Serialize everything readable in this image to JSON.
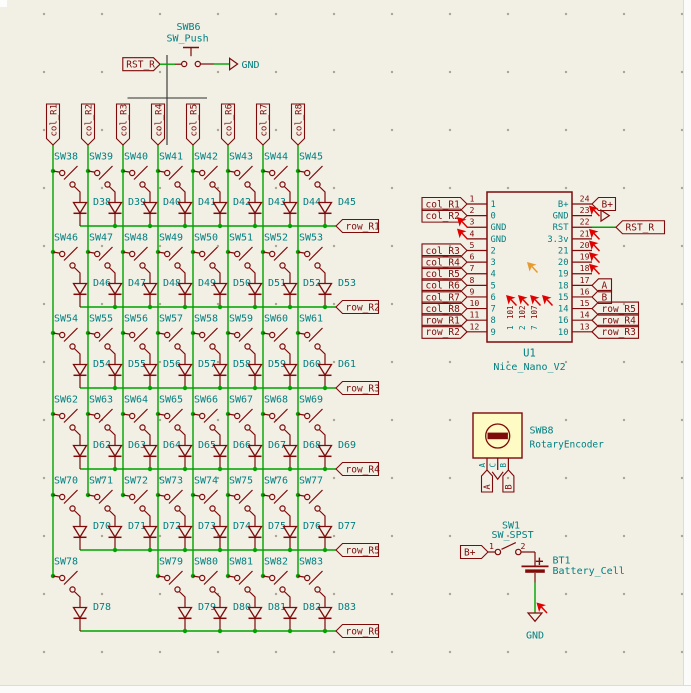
{
  "colors": {
    "bg": "#F2EFE5",
    "wire_green": "#00A300",
    "symbol_maroon": "#7E0A0A",
    "label_maroon": "#7E0A0A",
    "text_teal": "#008080",
    "erc_red": "#E00000",
    "erc_orange": "#E89B2D",
    "body_fill_yellow": "#FFFBC5",
    "cursor_gray": "#2F2F2F",
    "grid_dot": "#ABA493"
  },
  "reset_button": {
    "ref": "SWB6",
    "value": "SW_Push",
    "left_label": "RST_R",
    "right_power": "GND"
  },
  "matrix": {
    "col_labels": [
      "col_R1",
      "col_R2",
      "col_R3",
      "col_R4",
      "col_R5",
      "col_R6",
      "col_R7",
      "col_R8"
    ],
    "row_labels": [
      "row_R1",
      "row_R2",
      "row_R3",
      "row_R4",
      "row_R5",
      "row_R6"
    ],
    "rows": [
      {
        "cols": [
          0,
          1,
          2,
          3,
          4,
          5,
          6,
          7
        ],
        "switches": [
          "SW38",
          "SW39",
          "SW40",
          "SW41",
          "SW42",
          "SW43",
          "SW44",
          "SW45"
        ],
        "diodes": [
          "D38",
          "D39",
          "D40",
          "D41",
          "D42",
          "D43",
          "D44",
          "D45"
        ],
        "row_label": "row_R1"
      },
      {
        "cols": [
          0,
          1,
          2,
          3,
          4,
          5,
          6,
          7
        ],
        "switches": [
          "SW46",
          "SW47",
          "SW48",
          "SW49",
          "SW50",
          "SW51",
          "SW52",
          "SW53"
        ],
        "diodes": [
          "D46",
          "D47",
          "D48",
          "D49",
          "D50",
          "D51",
          "D52",
          "D53"
        ],
        "row_label": "row_R2"
      },
      {
        "cols": [
          0,
          1,
          2,
          3,
          4,
          5,
          6,
          7
        ],
        "switches": [
          "SW54",
          "SW55",
          "SW56",
          "SW57",
          "SW58",
          "SW59",
          "SW60",
          "SW61"
        ],
        "diodes": [
          "D54",
          "D55",
          "D56",
          "D57",
          "D58",
          "D59",
          "D60",
          "D61"
        ],
        "row_label": "row_R3"
      },
      {
        "cols": [
          0,
          1,
          2,
          3,
          4,
          5,
          6,
          7
        ],
        "switches": [
          "SW62",
          "SW63",
          "SW64",
          "SW65",
          "SW66",
          "SW67",
          "SW68",
          "SW69"
        ],
        "diodes": [
          "D62",
          "D63",
          "D64",
          "D65",
          "D66",
          "D67",
          "D68",
          "D69"
        ],
        "row_label": "row_R4"
      },
      {
        "cols": [
          0,
          1,
          2,
          3,
          4,
          5,
          6,
          7
        ],
        "switches": [
          "SW70",
          "SW71",
          "SW72",
          "SW73",
          "SW74",
          "SW75",
          "SW76",
          "SW77"
        ],
        "diodes": [
          "D70",
          "D71",
          "D72",
          "D73",
          "D74",
          "D75",
          "D76",
          "D77"
        ],
        "row_label": "row_R5"
      },
      {
        "cols": [
          0,
          3,
          4,
          5,
          6,
          7
        ],
        "switches": [
          "SW78",
          "SW79",
          "SW80",
          "SW81",
          "SW82",
          "SW83"
        ],
        "diodes": [
          "D78",
          "D79",
          "D80",
          "D81",
          "D82",
          "D83"
        ],
        "row_label": "row_R6"
      }
    ]
  },
  "mcu": {
    "ref": "U1",
    "value": "Nice_Nano_V2",
    "left_pins": [
      {
        "num": "1",
        "name": "1",
        "label": "col_R1"
      },
      {
        "num": "2",
        "name": "0",
        "label": "col_R2"
      },
      {
        "num": "3",
        "name": "GND",
        "marker": true
      },
      {
        "num": "4",
        "name": "GND",
        "marker": true
      },
      {
        "num": "5",
        "name": "2",
        "label": "col_R3"
      },
      {
        "num": "6",
        "name": "3",
        "label": "col_R4"
      },
      {
        "num": "7",
        "name": "4",
        "label": "col_R5"
      },
      {
        "num": "8",
        "name": "5",
        "label": "col_R6"
      },
      {
        "num": "9",
        "name": "6",
        "label": "col_R7"
      },
      {
        "num": "10",
        "name": "7",
        "label": "col_R8"
      },
      {
        "num": "11",
        "name": "8",
        "label": "row_R1"
      },
      {
        "num": "12",
        "name": "9",
        "label": "row_R2"
      }
    ],
    "right_pins": [
      {
        "num": "24",
        "name": "B+",
        "label": "B+"
      },
      {
        "num": "23",
        "name": "GND",
        "gnd": true,
        "marker": true
      },
      {
        "num": "22",
        "name": "RST",
        "label": "RST_R",
        "wire": true
      },
      {
        "num": "21",
        "name": "3.3v",
        "marker": true
      },
      {
        "num": "20",
        "name": "21",
        "marker": true
      },
      {
        "num": "19",
        "name": "20",
        "marker": true
      },
      {
        "num": "18",
        "name": "19",
        "marker": true
      },
      {
        "num": "17",
        "name": "18",
        "label": "A"
      },
      {
        "num": "16",
        "name": "15",
        "label": "B"
      },
      {
        "num": "15",
        "name": "14",
        "label": "row_R5"
      },
      {
        "num": "14",
        "name": "16",
        "label": "row_R4"
      },
      {
        "num": "13",
        "name": "10",
        "label": "row_R3"
      }
    ],
    "bottom_pins": [
      {
        "num": "101",
        "name": "1"
      },
      {
        "num": "102",
        "name": "2"
      },
      {
        "num": "107",
        "name": "7"
      }
    ]
  },
  "encoder": {
    "ref": "SWB8",
    "value": "RotaryEncoder",
    "pin_names": [
      "A",
      "C",
      "B"
    ],
    "net_labels": [
      "A",
      "B"
    ]
  },
  "power_switch": {
    "ref": "SW1",
    "value": "SW_SPST",
    "pin_numbers": [
      "1",
      "2"
    ],
    "left_label": "B+"
  },
  "battery": {
    "ref": "BT1",
    "value": "Battery_Cell",
    "plus_sign": "+",
    "gnd_text": "GND"
  }
}
